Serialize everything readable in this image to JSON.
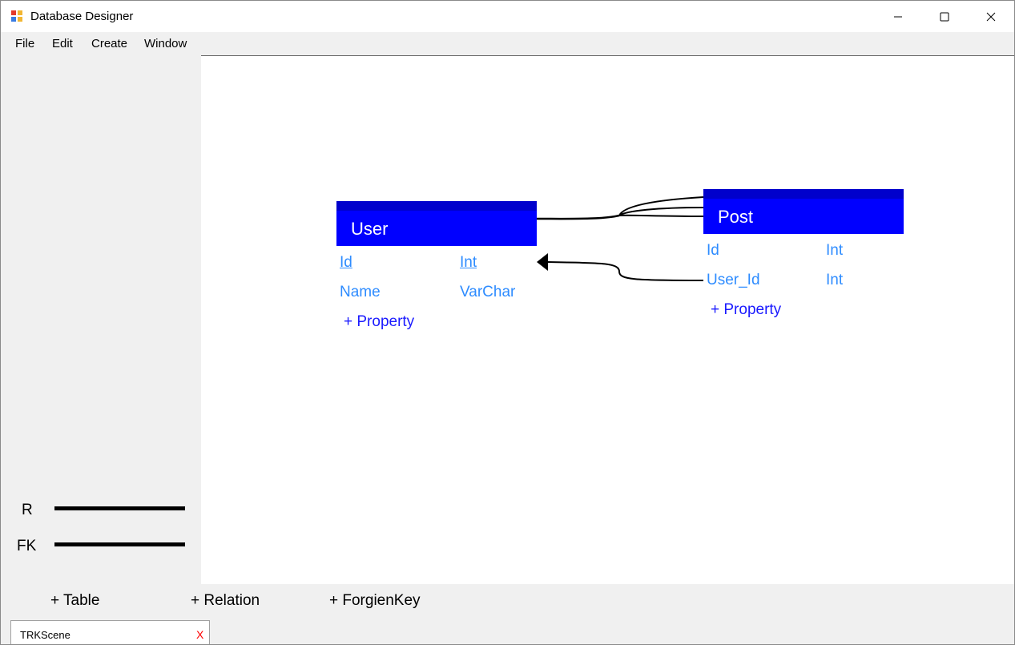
{
  "window": {
    "title": "Database Designer",
    "icon": "app-icon"
  },
  "menu": {
    "items": [
      {
        "label": "File"
      },
      {
        "label": "Edit"
      },
      {
        "label": "Create"
      },
      {
        "label": "Window"
      }
    ]
  },
  "diagram": {
    "tables": [
      {
        "name": "User",
        "fields": [
          {
            "name": "Id",
            "type": "Int",
            "key": true
          },
          {
            "name": "Name",
            "type": "VarChar",
            "key": false
          }
        ],
        "add_property_label": "+ Property"
      },
      {
        "name": "Post",
        "fields": [
          {
            "name": "Id",
            "type": "Int",
            "key": false
          },
          {
            "name": "User_Id",
            "type": "Int",
            "key": false
          }
        ],
        "add_property_label": "+ Property"
      }
    ],
    "relations": [
      {
        "kind": "R",
        "from": "User",
        "to": "Post"
      },
      {
        "kind": "FK",
        "from": "Post.User_Id",
        "to": "User.Id"
      }
    ]
  },
  "legend": {
    "relation_label": "R",
    "foreign_key_label": "FK"
  },
  "toolbar": {
    "add_table_label": "+ Table",
    "add_relation_label": "+ Relation",
    "add_foreign_key_label": "+ ForgienKey"
  },
  "tabs": [
    {
      "label": "TRKScene",
      "close_label": "X"
    }
  ],
  "colors": {
    "table_header": "#0000ff",
    "field_text": "#2e8cff",
    "add_property_text": "#1a1aff",
    "tab_close": "#ff0000"
  }
}
